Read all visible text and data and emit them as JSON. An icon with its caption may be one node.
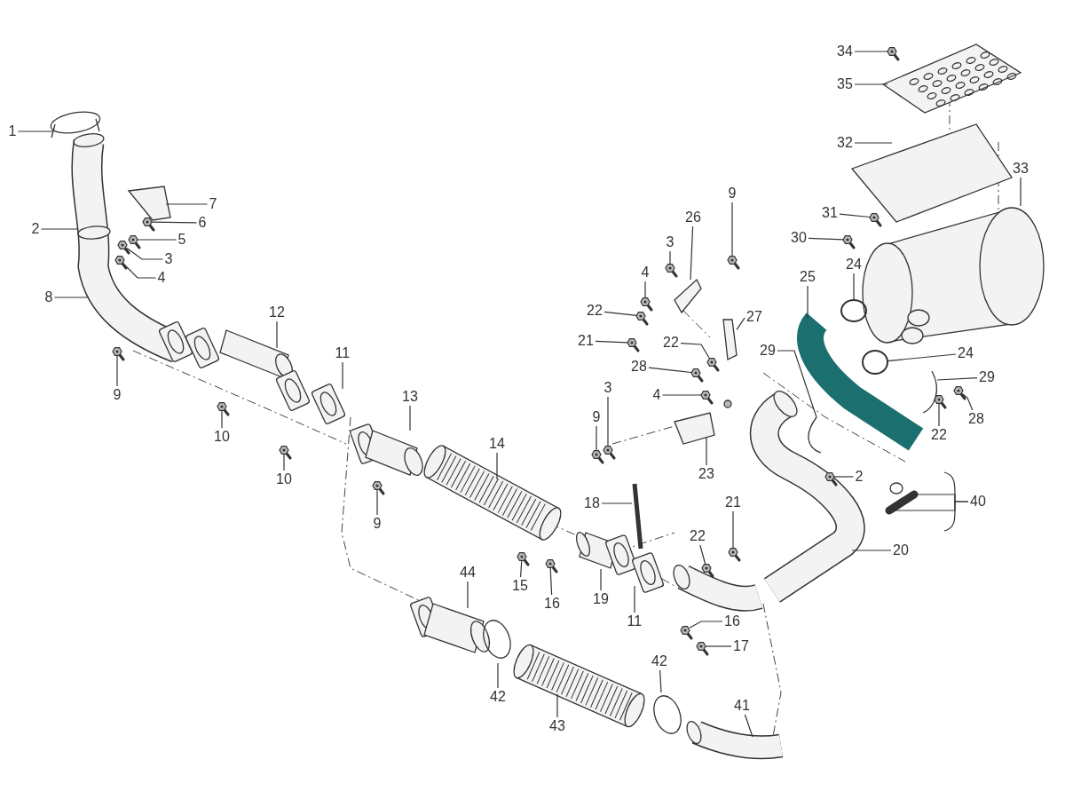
{
  "diagram": {
    "nodes": [
      {
        "text": [
          "34"
        ]
      },
      {
        "text": [
          "35"
        ]
      },
      {
        "text": [
          "1"
        ]
      },
      {
        "text": [
          "32"
        ]
      },
      {
        "text": [
          "33"
        ]
      },
      {
        "text": [
          "9"
        ]
      },
      {
        "text": [
          "7"
        ]
      },
      {
        "text": [
          "26"
        ]
      },
      {
        "text": [
          "31"
        ]
      },
      {
        "text": [
          "6"
        ]
      },
      {
        "text": [
          "2"
        ]
      },
      {
        "text": [
          "30"
        ]
      },
      {
        "text": [
          "24"
        ]
      },
      {
        "text": [
          "5"
        ]
      },
      {
        "text": [
          "3"
        ]
      },
      {
        "text": [
          "3"
        ]
      },
      {
        "text": [
          "4"
        ]
      },
      {
        "text": [
          "25"
        ]
      },
      {
        "text": [
          "4"
        ]
      },
      {
        "text": [
          "8"
        ]
      },
      {
        "text": [
          "12"
        ]
      },
      {
        "text": [
          "27"
        ]
      },
      {
        "text": [
          "22"
        ]
      },
      {
        "text": [
          "21"
        ]
      },
      {
        "text": [
          "11"
        ]
      },
      {
        "text": [
          "29"
        ]
      },
      {
        "text": [
          "22"
        ]
      },
      {
        "text": [
          "24"
        ]
      },
      {
        "text": [
          "28"
        ]
      },
      {
        "text": [
          "29"
        ]
      },
      {
        "text": [
          "3"
        ]
      },
      {
        "text": [
          "4"
        ]
      },
      {
        "text": [
          "9"
        ]
      },
      {
        "text": [
          "13"
        ]
      },
      {
        "text": [
          "28"
        ]
      },
      {
        "text": [
          "9"
        ]
      },
      {
        "text": [
          "22"
        ]
      },
      {
        "text": [
          "10"
        ]
      },
      {
        "text": [
          "14"
        ]
      },
      {
        "text": [
          "23"
        ]
      },
      {
        "text": [
          "2"
        ]
      },
      {
        "text": [
          "10"
        ]
      },
      {
        "text": [
          "40"
        ]
      },
      {
        "text": [
          "18"
        ]
      },
      {
        "text": [
          "21"
        ]
      },
      {
        "text": [
          "9"
        ]
      },
      {
        "text": [
          "22"
        ]
      },
      {
        "text": [
          "20"
        ]
      },
      {
        "text": [
          "44"
        ]
      },
      {
        "text": [
          "15"
        ]
      },
      {
        "text": [
          "16"
        ]
      },
      {
        "text": [
          "19"
        ]
      },
      {
        "text": [
          "11"
        ]
      },
      {
        "text": [
          "16"
        ]
      },
      {
        "text": [
          "17"
        ]
      },
      {
        "text": [
          "42"
        ]
      },
      {
        "text": [
          "42"
        ]
      },
      {
        "text": [
          "41"
        ]
      },
      {
        "text": [
          "43"
        ]
      },
      {
        "text": [],
        "shape": "picture"
      },
      {
        "text": [],
        "shape": "picture"
      },
      {
        "text": [],
        "shape": "picture"
      },
      {
        "text": [],
        "shape": "picture"
      },
      {
        "text": [],
        "shape": "picture"
      },
      {
        "text": [],
        "shape": "picture"
      },
      {
        "text": [],
        "shape": "picture"
      },
      {
        "text": [],
        "shape": "picture"
      },
      {
        "text": [],
        "shape": "picture"
      },
      {
        "text": [],
        "shape": "picture"
      },
      {
        "text": [],
        "shape": "picture"
      },
      {
        "text": [],
        "shape": "picture"
      },
      {
        "text": [],
        "shape": "picture"
      },
      {
        "text": [],
        "shape": "picture"
      },
      {
        "text": [],
        "shape": "picture"
      },
      {
        "text": [],
        "shape": "picture"
      },
      {
        "text": [],
        "shape": "picture"
      },
      {
        "text": [],
        "shape": "picture"
      },
      {
        "text": [],
        "shape": "picture"
      },
      {
        "text": [],
        "shape": "picture"
      },
      {
        "text": [],
        "shape": "picture"
      },
      {
        "text": [],
        "shape": "picture"
      },
      {
        "text": [],
        "shape": "picture"
      },
      {
        "text": [],
        "shape": "picture"
      },
      {
        "text": [],
        "shape": "picture"
      },
      {
        "text": [],
        "shape": "picture"
      },
      {
        "text": [],
        "shape": "picture"
      },
      {
        "text": [],
        "shape": "picture"
      },
      {
        "text": [],
        "shape": "picture"
      },
      {
        "text": [],
        "shape": "picture"
      },
      {
        "text": [],
        "shape": "circle"
      },
      {
        "text": [],
        "shape": "circle"
      },
      {
        "text": [],
        "shape": "picture"
      }
    ],
    "edges": [
      {
        "from": 0,
        "to": 59,
        "arrow": "none"
      },
      {
        "from": 1,
        "to": null,
        "arrow": "none"
      },
      {
        "from": 2,
        "to": null,
        "arrow": "none"
      },
      {
        "from": 3,
        "to": null,
        "arrow": "none"
      },
      {
        "from": 4,
        "to": null,
        "arrow": "none"
      },
      {
        "from": 5,
        "to": 60,
        "arrow": "none"
      },
      {
        "from": 6,
        "to": null,
        "arrow": "none"
      },
      {
        "from": 7,
        "to": null,
        "arrow": "none"
      },
      {
        "from": 8,
        "to": 62,
        "arrow": "none"
      },
      {
        "from": 9,
        "to": 61,
        "arrow": "none"
      },
      {
        "from": 10,
        "to": null,
        "arrow": "none"
      },
      {
        "from": 11,
        "to": 63,
        "arrow": "none"
      },
      {
        "from": 12,
        "to": 89,
        "arrow": "none"
      },
      {
        "from": 13,
        "to": 64,
        "arrow": "none"
      },
      {
        "from": 14,
        "to": 65,
        "arrow": "none"
      },
      {
        "from": 15,
        "to": 66,
        "arrow": "none"
      },
      {
        "from": 16,
        "to": 67,
        "arrow": "none"
      },
      {
        "from": 17,
        "to": null,
        "arrow": "none"
      },
      {
        "from": 18,
        "to": 68,
        "arrow": "none"
      },
      {
        "from": 19,
        "to": null,
        "arrow": "none"
      },
      {
        "from": 20,
        "to": null,
        "arrow": "none"
      },
      {
        "from": 21,
        "to": 91,
        "arrow": "none"
      },
      {
        "from": 22,
        "to": 69,
        "arrow": "none"
      },
      {
        "from": 23,
        "to": 70,
        "arrow": "none"
      },
      {
        "from": 24,
        "to": null,
        "arrow": "none"
      },
      {
        "from": 25,
        "to": null,
        "arrow": "none"
      },
      {
        "from": 26,
        "to": 71,
        "arrow": "none"
      },
      {
        "from": 27,
        "to": 90,
        "arrow": "none"
      },
      {
        "from": 28,
        "to": 72,
        "arrow": "none"
      },
      {
        "from": 29,
        "to": null,
        "arrow": "none"
      },
      {
        "from": 30,
        "to": 75,
        "arrow": "none"
      },
      {
        "from": 31,
        "to": 76,
        "arrow": "none"
      },
      {
        "from": 32,
        "to": 77,
        "arrow": "none"
      },
      {
        "from": 33,
        "to": null,
        "arrow": "none"
      },
      {
        "from": 34,
        "to": 73,
        "arrow": "none"
      },
      {
        "from": 35,
        "to": 78,
        "arrow": "none"
      },
      {
        "from": 36,
        "to": 74,
        "arrow": "none"
      },
      {
        "from": 37,
        "to": 79,
        "arrow": "none"
      },
      {
        "from": 38,
        "to": null,
        "arrow": "none"
      },
      {
        "from": 39,
        "to": null,
        "arrow": "none"
      },
      {
        "from": 40,
        "to": 88,
        "arrow": "none"
      },
      {
        "from": 41,
        "to": 80,
        "arrow": "none"
      },
      {
        "from": 42,
        "to": null,
        "arrow": "none"
      },
      {
        "from": 42,
        "to": null,
        "arrow": "none"
      },
      {
        "from": 43,
        "to": null,
        "arrow": "none"
      },
      {
        "from": 44,
        "to": 82,
        "arrow": "none"
      },
      {
        "from": 45,
        "to": 81,
        "arrow": "none"
      },
      {
        "from": 46,
        "to": 83,
        "arrow": "none"
      },
      {
        "from": 47,
        "to": null,
        "arrow": "none"
      },
      {
        "from": 48,
        "to": null,
        "arrow": "none"
      },
      {
        "from": 49,
        "to": 84,
        "arrow": "none"
      },
      {
        "from": 50,
        "to": 85,
        "arrow": "none"
      },
      {
        "from": 51,
        "to": null,
        "arrow": "none"
      },
      {
        "from": 52,
        "to": null,
        "arrow": "none"
      },
      {
        "from": 53,
        "to": 86,
        "arrow": "none"
      },
      {
        "from": 54,
        "to": 87,
        "arrow": "none"
      },
      {
        "from": 55,
        "to": null,
        "arrow": "none"
      },
      {
        "from": 56,
        "to": null,
        "arrow": "none"
      },
      {
        "from": 57,
        "to": null,
        "arrow": "none"
      },
      {
        "from": 58,
        "to": null,
        "arrow": "none"
      }
    ]
  }
}
